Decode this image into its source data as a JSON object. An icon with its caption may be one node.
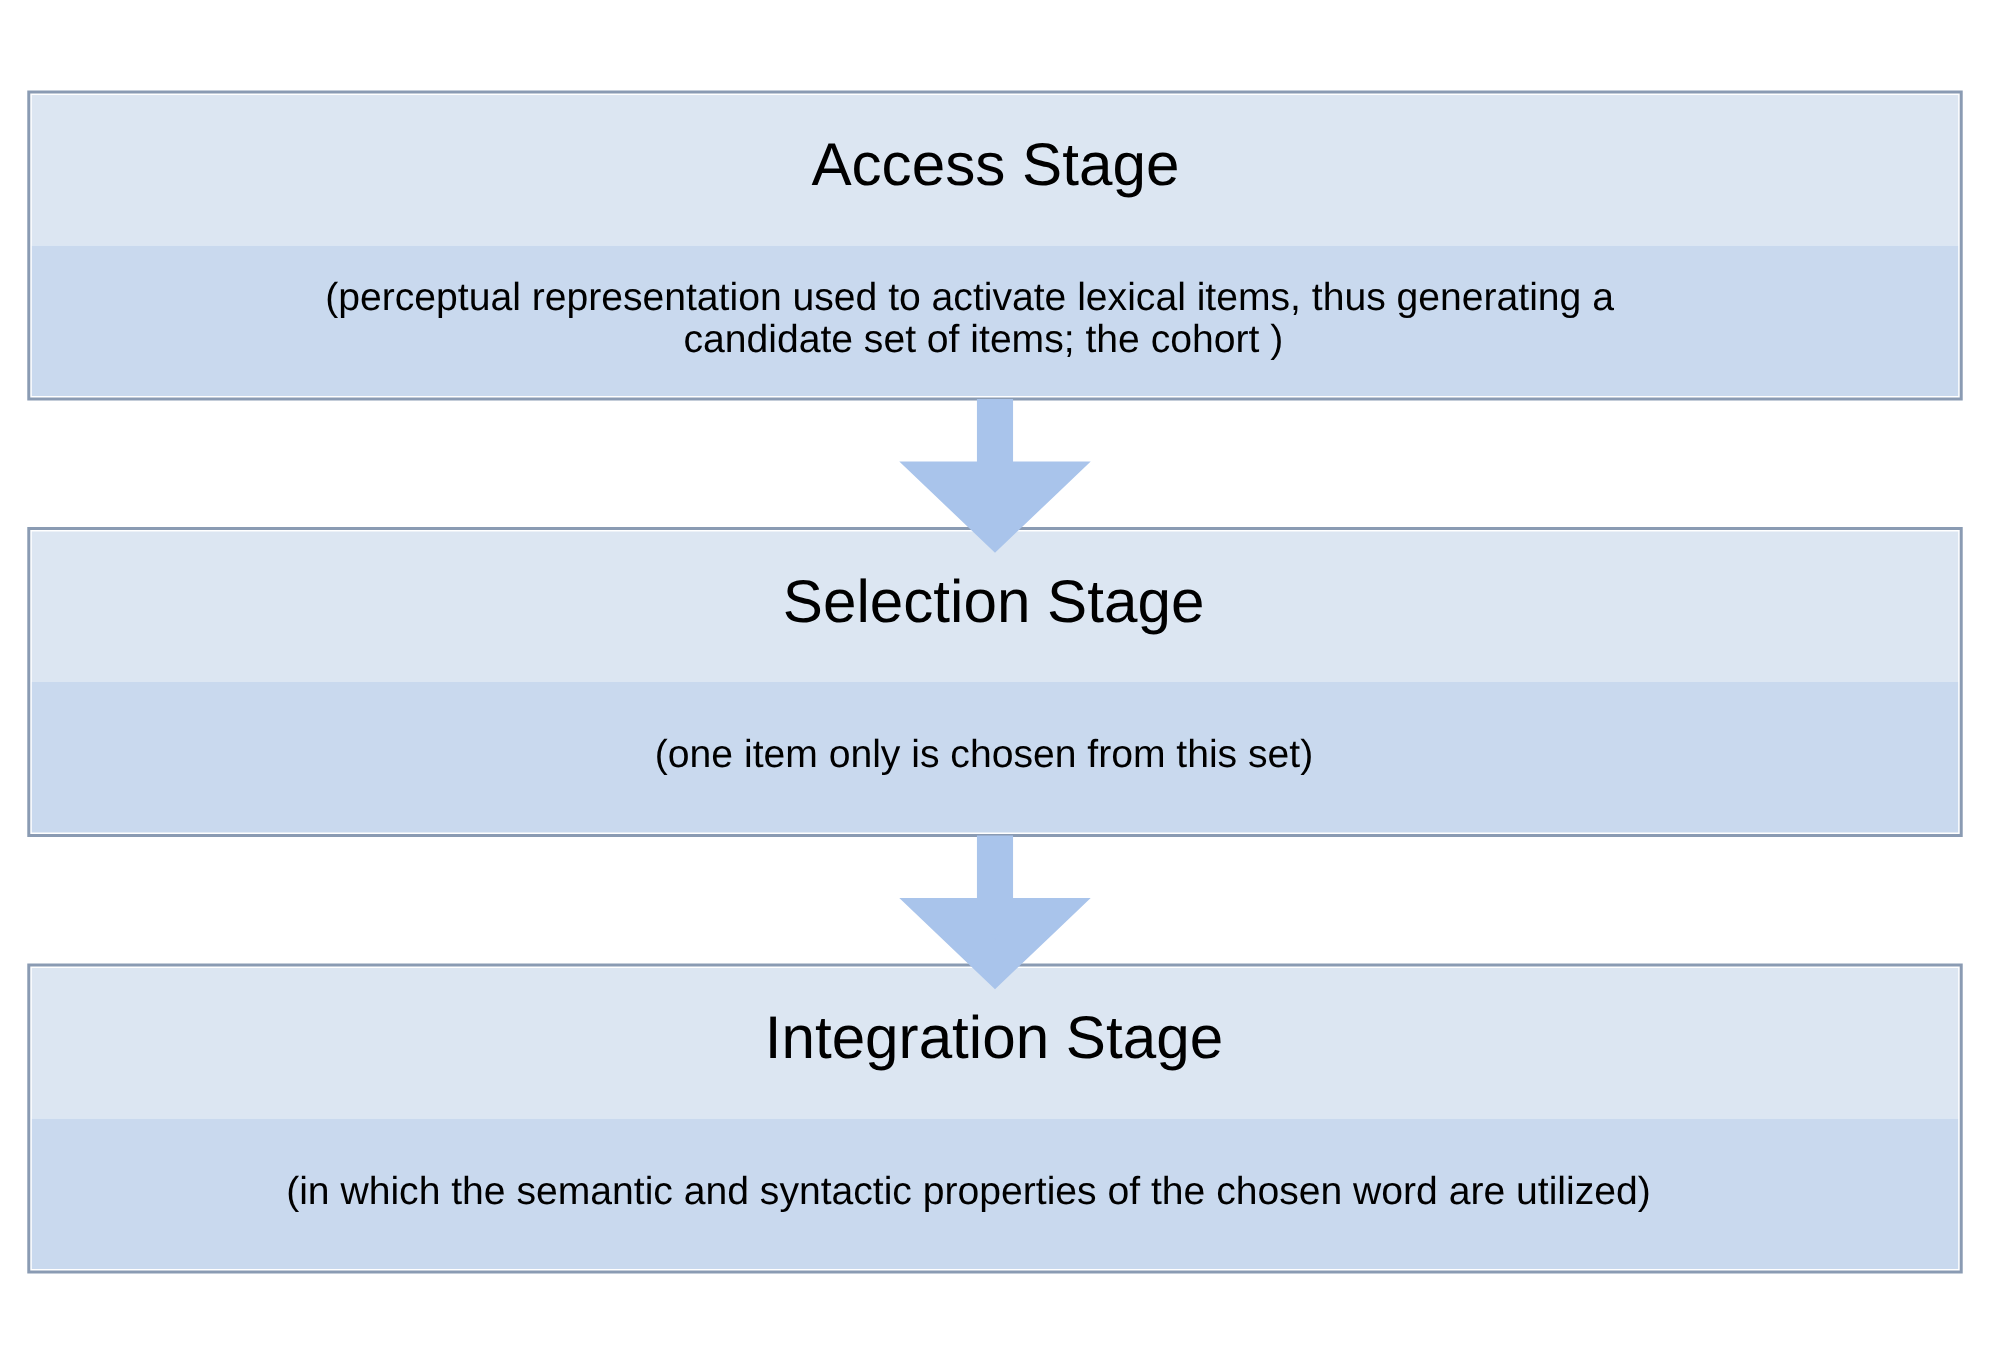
{
  "diagram": {
    "nodes": [
      {
        "text": [
          "Access Stage",
          "(perceptual representation used to activate lexical items, thus generating a candidate set of items; the cohort )"
        ]
      },
      {
        "text": [
          "Selection Stage",
          "(one item only is chosen from this set)"
        ]
      },
      {
        "text": [
          "Integration Stage",
          "(in which the semantic and syntactic properties of the chosen word are utilized)"
        ]
      }
    ],
    "edges": [
      {
        "from": 0,
        "to": 1,
        "arrow": "to"
      },
      {
        "from": 1,
        "to": 2,
        "arrow": "to"
      }
    ]
  }
}
